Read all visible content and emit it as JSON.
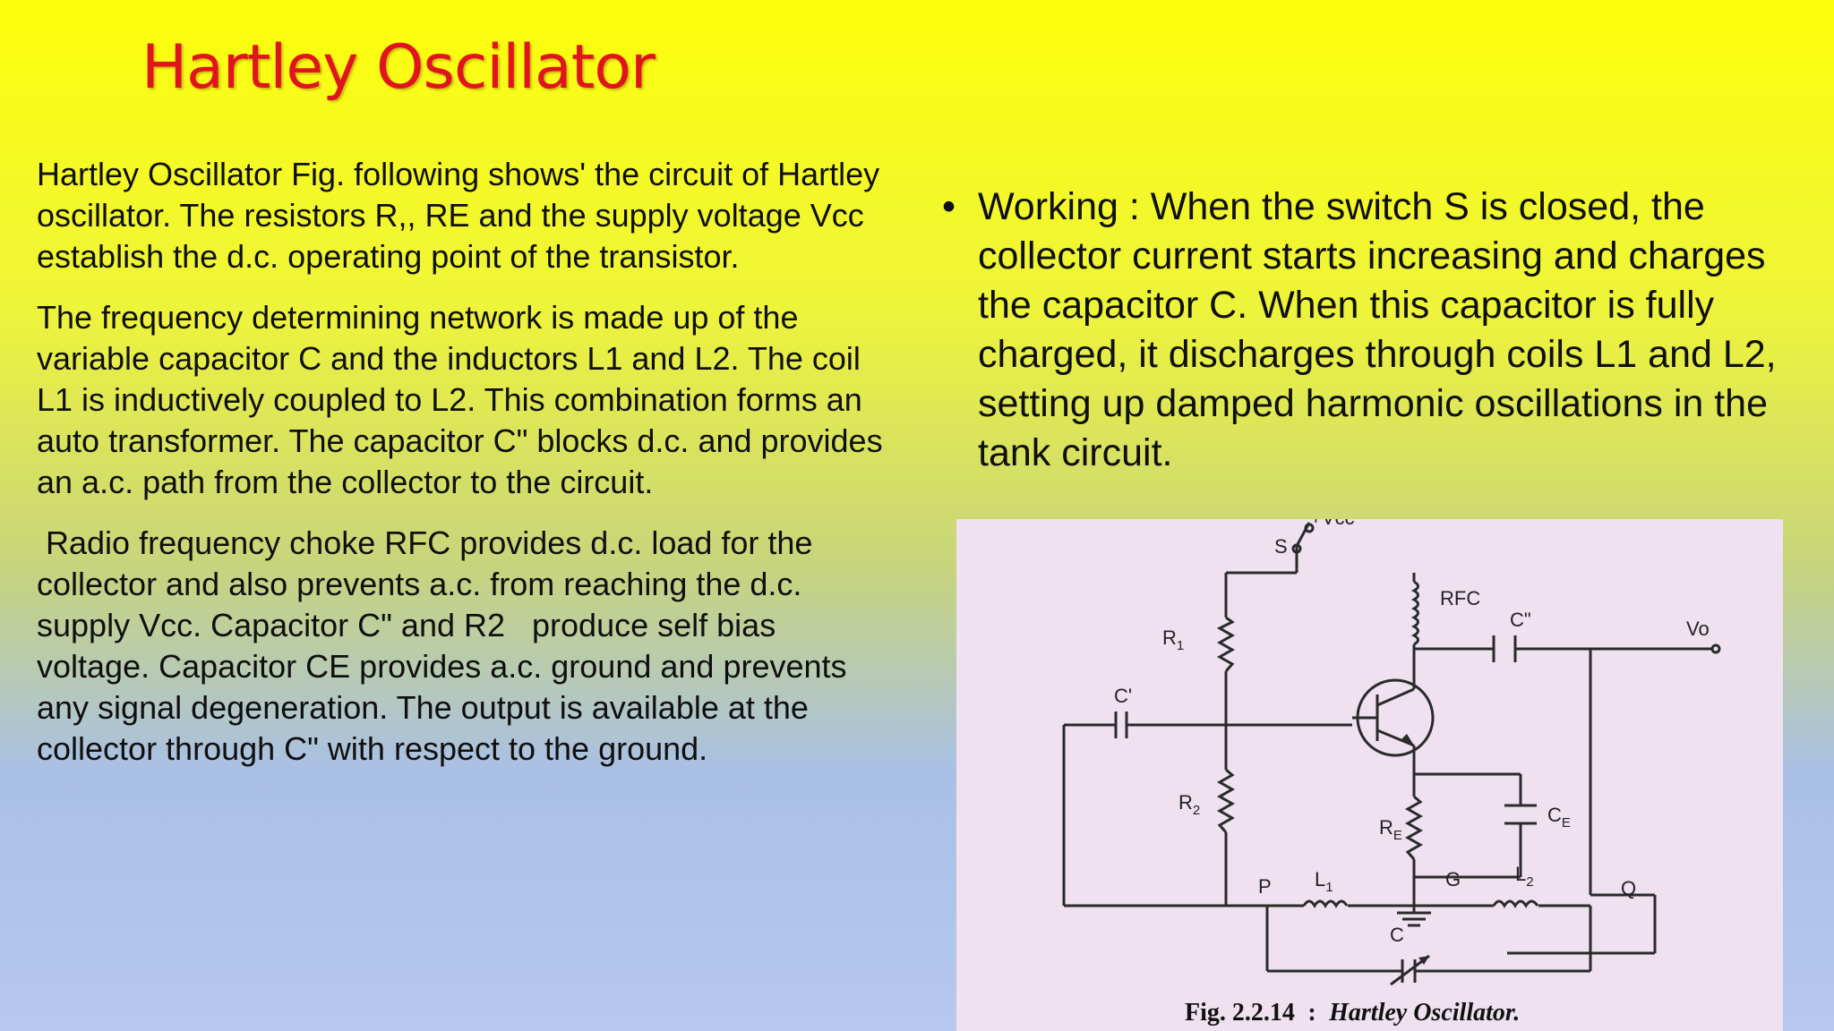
{
  "slide": {
    "title": "Hartley Oscillator",
    "left_paragraphs": [
      "Hartley Oscillator Fig. following shows' the circuit of Hartley oscillator. The resistors R,, RE and the supply voltage Vcc establish the d.c. operating point of the transistor.",
      "The frequency determining network is made up of the variable capacitor C and the inductors L1 and L2. The coil L1 is inductively coupled to L2. This combination forms an auto transformer. The capacitor C\" blocks d.c. and provides an a.c. path from the collector to the circuit.",
      " Radio frequency choke RFC provides d.c. load for the collector and also prevents a.c. from reaching the d.c. supply Vcc. Capacitor C\" and R2   produce self bias voltage. Capacitor CE provides a.c. ground and prevents any signal degeneration. The output is available at the  collector through C\" with respect to the ground."
    ],
    "bullet_symbol": "•",
    "bullet_text": "Working : When the switch S is closed, the collector current starts increasing and charges the capacitor C. When this capacitor is fully charged, it discharges through coils L1 and L2, setting up damped harmonic oscillations in the tank circuit."
  },
  "figure": {
    "labels": {
      "vcc": "+Vcc",
      "s": "S",
      "rfc": "RFC",
      "c_double": "C\"",
      "vo": "Vo",
      "r1": "R",
      "r1_sub": "1",
      "c_prime": "C'",
      "r2": "R",
      "r2_sub": "2",
      "re": "R",
      "re_sub": "E",
      "ce": "C",
      "ce_sub": "E",
      "p": "P",
      "l1": "L",
      "l1_sub": "1",
      "g": "G",
      "l2": "L",
      "l2_sub": "2",
      "q": "Q",
      "c": "C"
    },
    "caption_number": "Fig. 2.2.14",
    "caption_sep": ":",
    "caption_title": "Hartley Oscillator."
  },
  "colors": {
    "title": "#e0141d",
    "text": "#0f0f0f",
    "figure_bg": "#efe1ef",
    "ink": "#2a2a2a"
  }
}
